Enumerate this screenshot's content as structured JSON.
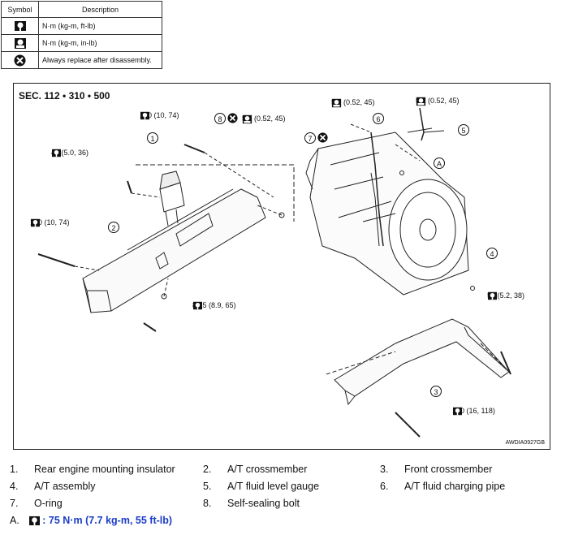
{
  "legend": {
    "header_symbol": "Symbol",
    "header_description": "Description",
    "rows": [
      {
        "icon": "torque-wrench-icon",
        "description": "N·m (kg-m, ft-lb)"
      },
      {
        "icon": "torque-wrench-small-icon",
        "description": "N·m (kg-m, in-lb)"
      },
      {
        "icon": "replace-x-icon",
        "description": "Always replace after disassembly."
      }
    ]
  },
  "diagram": {
    "section": "SEC. 112 • 310 • 500",
    "code": "AWDIA0927GB",
    "torques": {
      "t1": "100 (10, 74)",
      "t2": "49 (5.0, 36)",
      "t3": "100 (10, 74)",
      "t4": "87.5 (8.9, 65)",
      "t5": "5.1 (0.52, 45)",
      "t6": "5.1 (0.52, 45)",
      "t7": "5.1 (0.52, 45)",
      "t8": "51 (5.2, 38)",
      "t9": "160 (16, 118)"
    },
    "callouts": [
      "1",
      "2",
      "3",
      "4",
      "5",
      "6",
      "7",
      "8",
      "A"
    ]
  },
  "parts": [
    [
      {
        "n": "1.",
        "t": "Rear engine mounting insulator"
      },
      {
        "n": "2.",
        "t": "A/T crossmember"
      },
      {
        "n": "3.",
        "t": "Front crossmember"
      }
    ],
    [
      {
        "n": "4.",
        "t": "A/T assembly"
      },
      {
        "n": "5.",
        "t": "A/T fluid level gauge"
      },
      {
        "n": "6.",
        "t": "A/T fluid charging pipe"
      }
    ],
    [
      {
        "n": "7.",
        "t": "O-ring"
      },
      {
        "n": "8.",
        "t": "Self-sealing bolt"
      },
      {
        "n": "",
        "t": ""
      }
    ]
  ],
  "note": {
    "prefix": "A.",
    "value": ": 75 N·m (7.7 kg-m, 55 ft-lb)"
  }
}
